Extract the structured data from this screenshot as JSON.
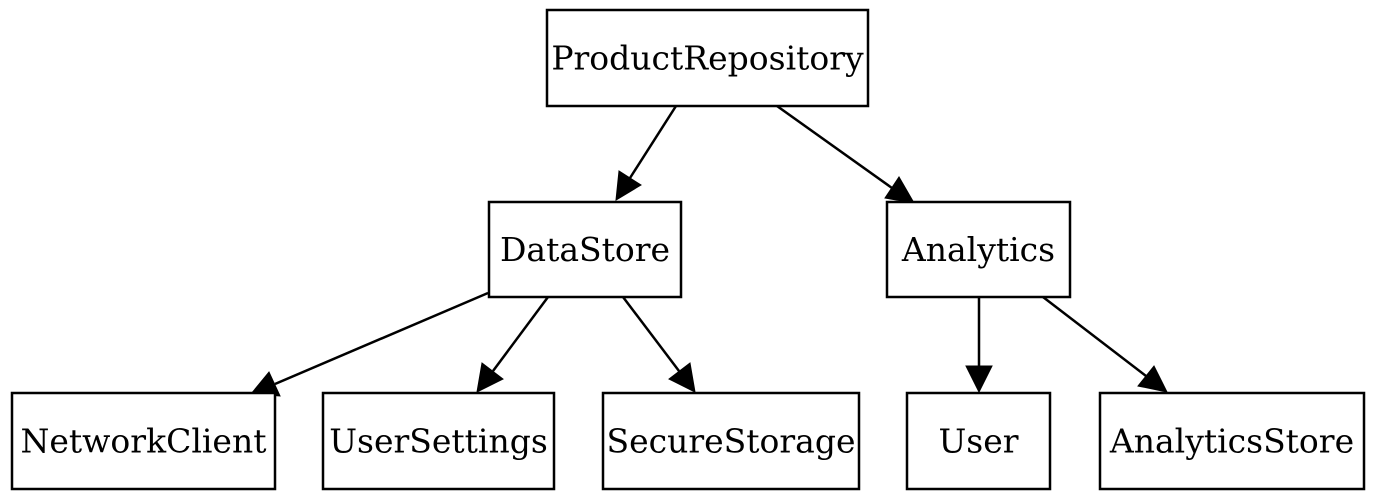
{
  "nodes": {
    "product_repository": "ProductRepository",
    "data_store": "DataStore",
    "analytics": "Analytics",
    "network_client": "NetworkClient",
    "user_settings": "UserSettings",
    "secure_storage": "SecureStorage",
    "user": "User",
    "analytics_store": "AnalyticsStore"
  },
  "edges": [
    {
      "from": "ProductRepository",
      "to": "DataStore"
    },
    {
      "from": "ProductRepository",
      "to": "Analytics"
    },
    {
      "from": "DataStore",
      "to": "NetworkClient"
    },
    {
      "from": "DataStore",
      "to": "UserSettings"
    },
    {
      "from": "DataStore",
      "to": "SecureStorage"
    },
    {
      "from": "Analytics",
      "to": "User"
    },
    {
      "from": "Analytics",
      "to": "AnalyticsStore"
    }
  ],
  "colors": {
    "stroke": "#000000",
    "fill": "#ffffff",
    "text": "#000000"
  }
}
